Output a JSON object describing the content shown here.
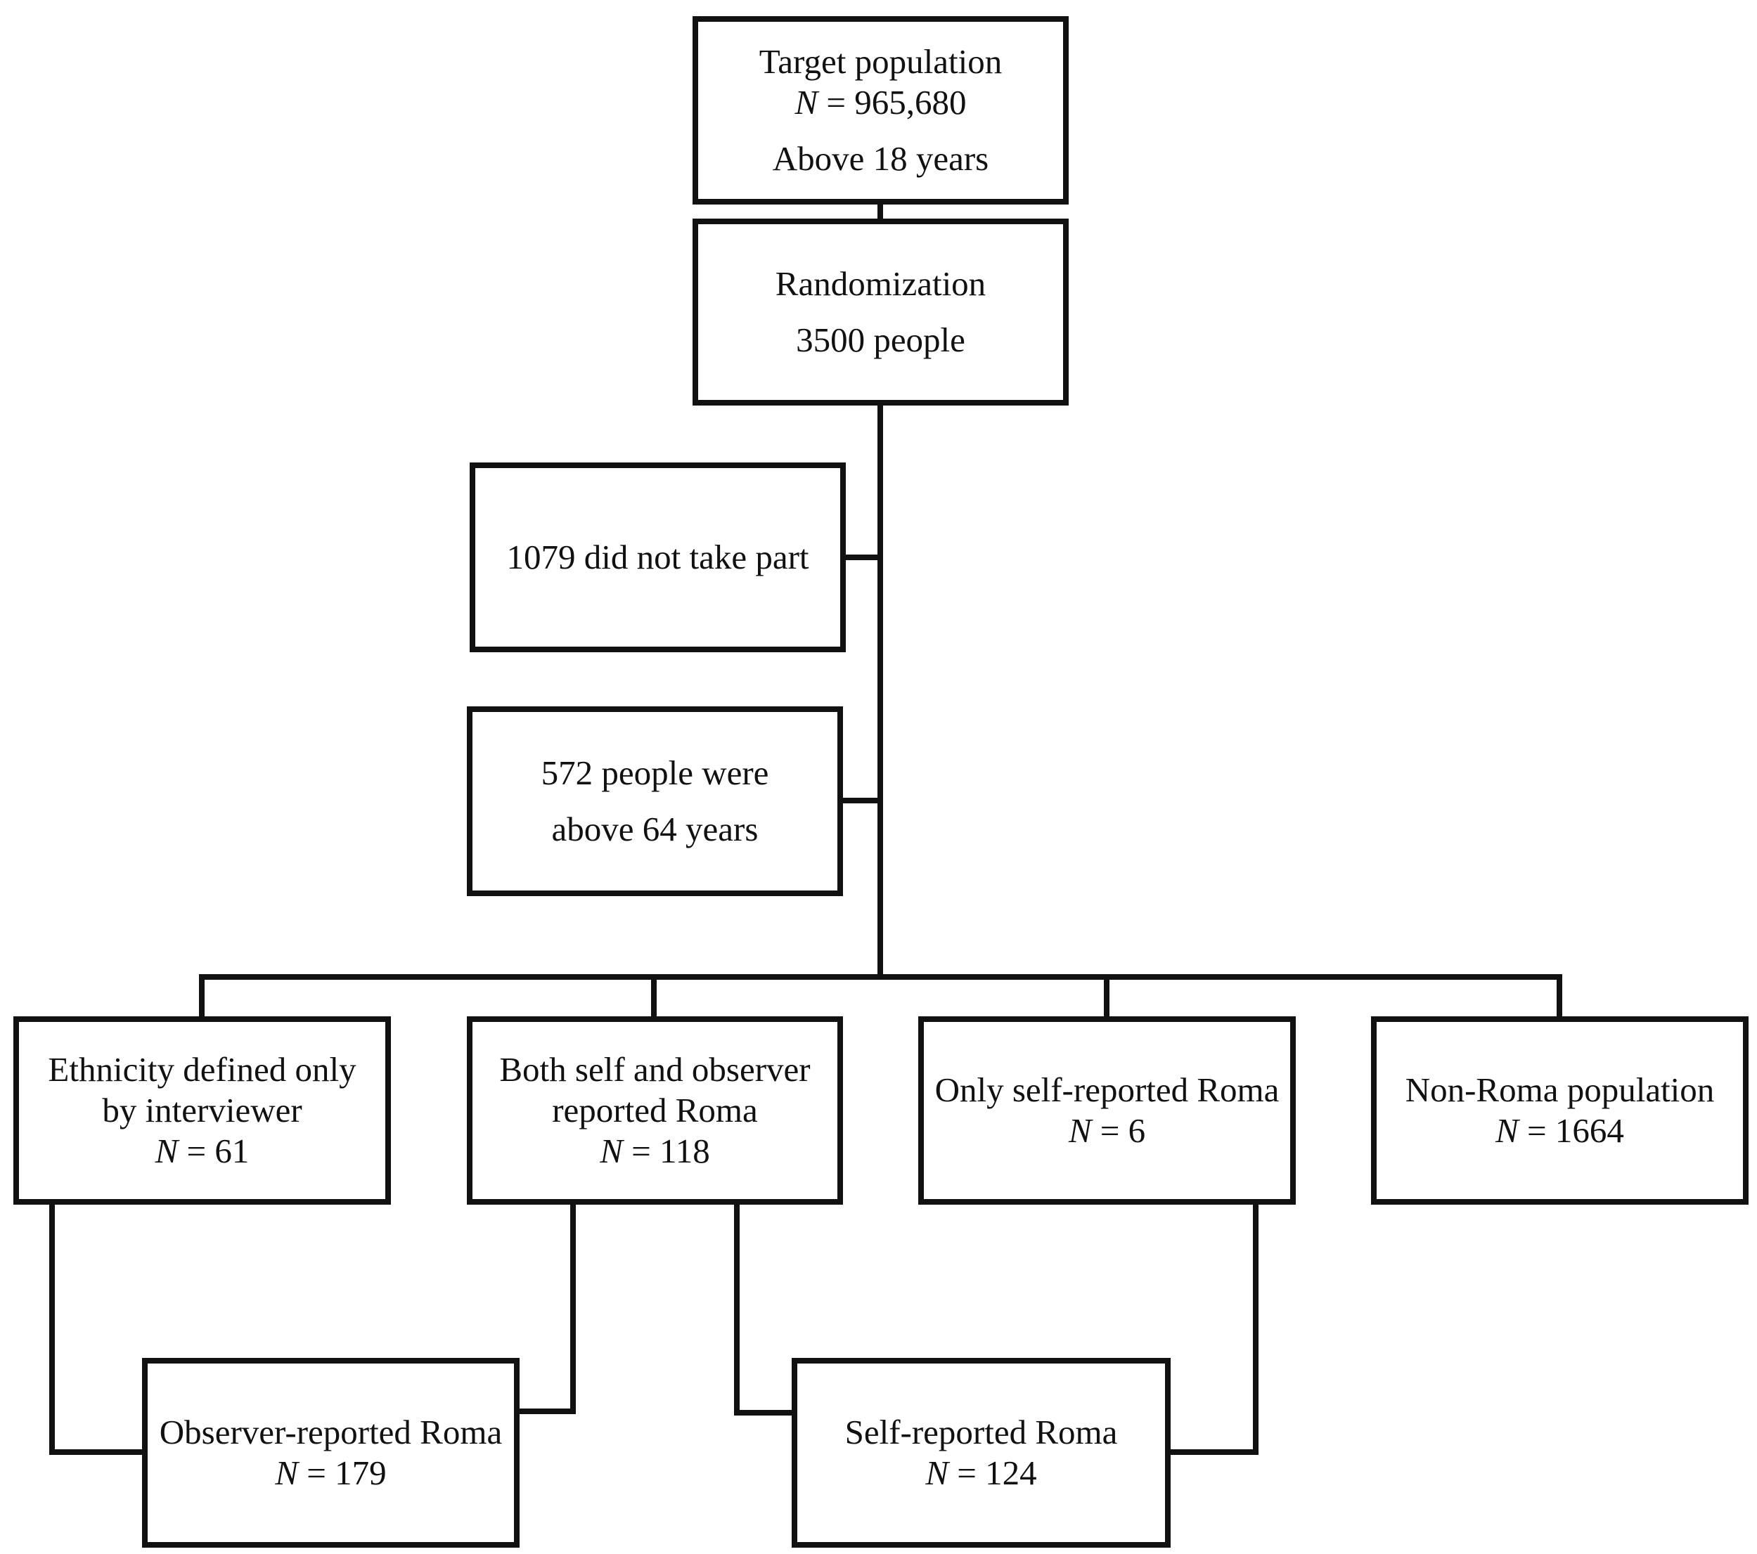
{
  "nodes": {
    "target": {
      "title": "Target population",
      "n_var": "N",
      "n_value": " = 965,680",
      "note": "Above 18 years"
    },
    "randomization": {
      "title": "Randomization",
      "note": "3500 people"
    },
    "not_taking_part": {
      "text": "1079 did not take part"
    },
    "above_64": {
      "line1": "572 people were",
      "line2": "above 64 years"
    },
    "interviewer_only": {
      "line1": "Ethnicity defined only",
      "line2": "by interviewer",
      "n_var": "N",
      "n_value": " = 61"
    },
    "both_reported": {
      "line1": "Both self and observer",
      "line2": "reported Roma",
      "n_var": "N",
      "n_value": " = 118"
    },
    "self_only": {
      "line1": "Only self-reported Roma",
      "n_var": "N",
      "n_value": " = 6"
    },
    "non_roma": {
      "line1": "Non-Roma population",
      "n_var": "N",
      "n_value": " = 1664"
    },
    "observer_reported": {
      "line1": "Observer-reported Roma",
      "n_var": "N",
      "n_value": " = 179"
    },
    "self_reported": {
      "line1": "Self-reported Roma",
      "n_var": "N",
      "n_value": " = 124"
    }
  },
  "colors": {
    "line": "#111111",
    "background": "#ffffff"
  }
}
